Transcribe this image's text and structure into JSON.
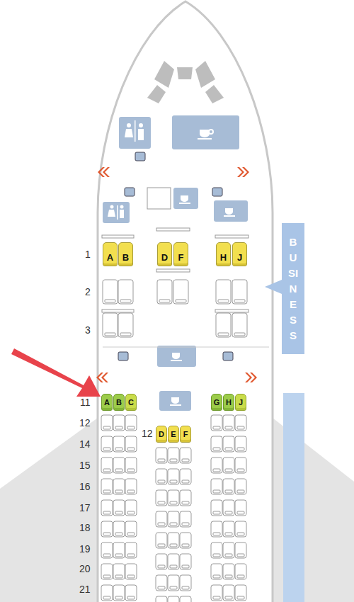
{
  "diagram": {
    "nodes": [
      {
        "text": [
          "A"
        ]
      },
      {
        "text": [
          "B"
        ]
      },
      {
        "text": [
          "D"
        ]
      },
      {
        "text": [
          "F"
        ]
      },
      {
        "text": [
          "H"
        ]
      },
      {
        "text": [
          "J"
        ]
      },
      {
        "text": [
          "BUSINESS"
        ]
      },
      {
        "text": [
          "A"
        ]
      },
      {
        "text": [
          "B"
        ]
      },
      {
        "text": [
          "C"
        ]
      },
      {
        "text": [
          "G"
        ]
      },
      {
        "text": [
          "H"
        ]
      },
      {
        "text": [
          "J"
        ]
      },
      {
        "text": [
          "D"
        ]
      },
      {
        "text": [
          "E"
        ]
      },
      {
        "text": [
          "F"
        ]
      }
    ],
    "labels": [
      "1",
      "2",
      "3",
      "11",
      "12",
      "12",
      "14",
      "15",
      "16",
      "17",
      "18",
      "19",
      "20",
      "21"
    ]
  }
}
